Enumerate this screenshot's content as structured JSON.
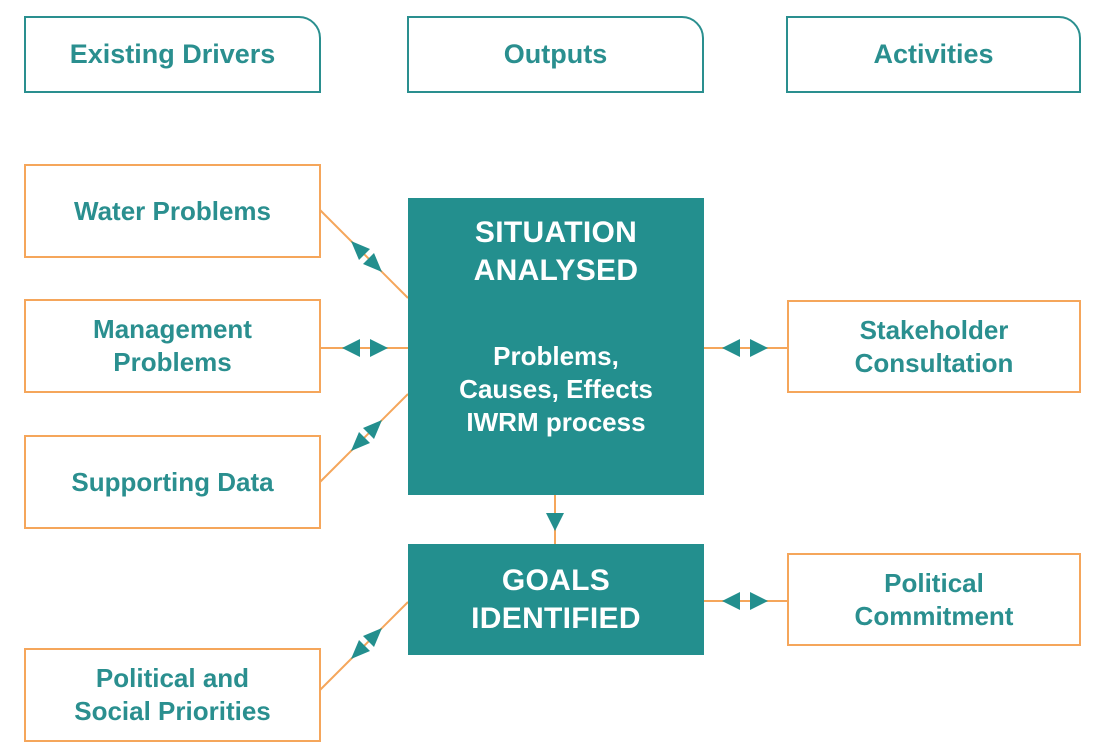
{
  "headers": {
    "existing_drivers": "Existing Drivers",
    "outputs": "Outputs",
    "activities": "Activities"
  },
  "drivers": {
    "water_problems": "Water Problems",
    "management_problems_line1": "Management",
    "management_problems_line2": "Problems",
    "supporting_data": "Supporting Data",
    "political_social_line1": "Political and",
    "political_social_line2": "Social Priorities"
  },
  "situation": {
    "title_line1": "SITUATION",
    "title_line2": "ANALYSED",
    "body_line1": "Problems,",
    "body_line2": "Causes, Effects",
    "body_line3": "IWRM process"
  },
  "goals": {
    "title_line1": "GOALS",
    "title_line2": "IDENTIFIED"
  },
  "activities": {
    "stakeholder_line1": "Stakeholder",
    "stakeholder_line2": "Consultation",
    "political_line1": "Political",
    "political_line2": "Commitment"
  },
  "colors": {
    "teal": "#238f8e",
    "teal_text": "#2a8f8f",
    "orange": "#f5a65b",
    "background": "#ffffff"
  }
}
